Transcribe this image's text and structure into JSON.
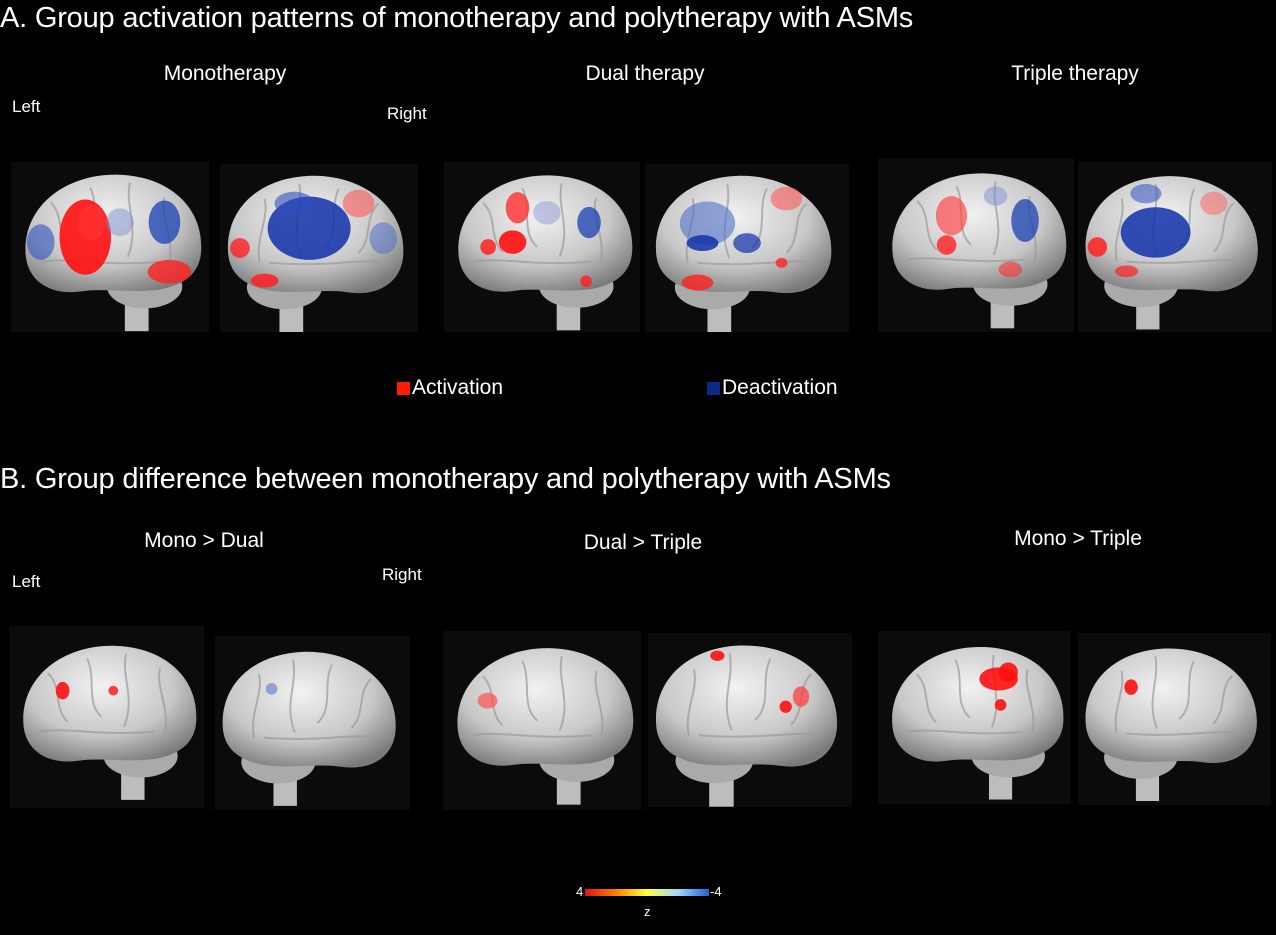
{
  "section_a": {
    "title": "A. Group activation patterns of monotherapy and polytherapy with ASMs",
    "panels": [
      "Monotherapy",
      "Dual therapy",
      "Triple therapy"
    ],
    "left_label": "Left",
    "right_label": "Right"
  },
  "legend": {
    "activation": {
      "label": "Activation",
      "color": "#ff1a00"
    },
    "deactivation": {
      "label": "Deactivation",
      "color": "#0a2a8c"
    }
  },
  "section_b": {
    "title": "B. Group difference between monotherapy and polytherapy with ASMs",
    "panels": [
      "Mono > Dual",
      "Dual > Triple",
      "Mono > Triple"
    ],
    "left_label": "Left",
    "right_label": "Right"
  },
  "colorbar": {
    "min_label": "4",
    "max_label": "-4",
    "axis_label": "z",
    "colors": [
      "#e0101a",
      "#ff8000",
      "#ffff40",
      "#a0d8ff",
      "#2060d0"
    ]
  }
}
